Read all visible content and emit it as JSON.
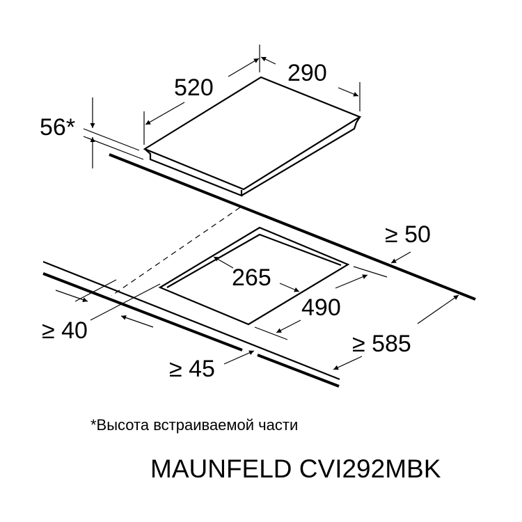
{
  "dimensions": {
    "hob_depth": "520",
    "hob_width": "290",
    "hob_height": "56*",
    "cutout_width": "265",
    "cutout_depth": "490",
    "rear_clearance": "≥ 50",
    "side_clearance": "≥ 40",
    "front_clearance": "≥ 45",
    "worktop_depth": "≥ 585"
  },
  "footnote": "*Высота встраиваемой части",
  "model_title": "MAUNFELD CVI292MBK"
}
